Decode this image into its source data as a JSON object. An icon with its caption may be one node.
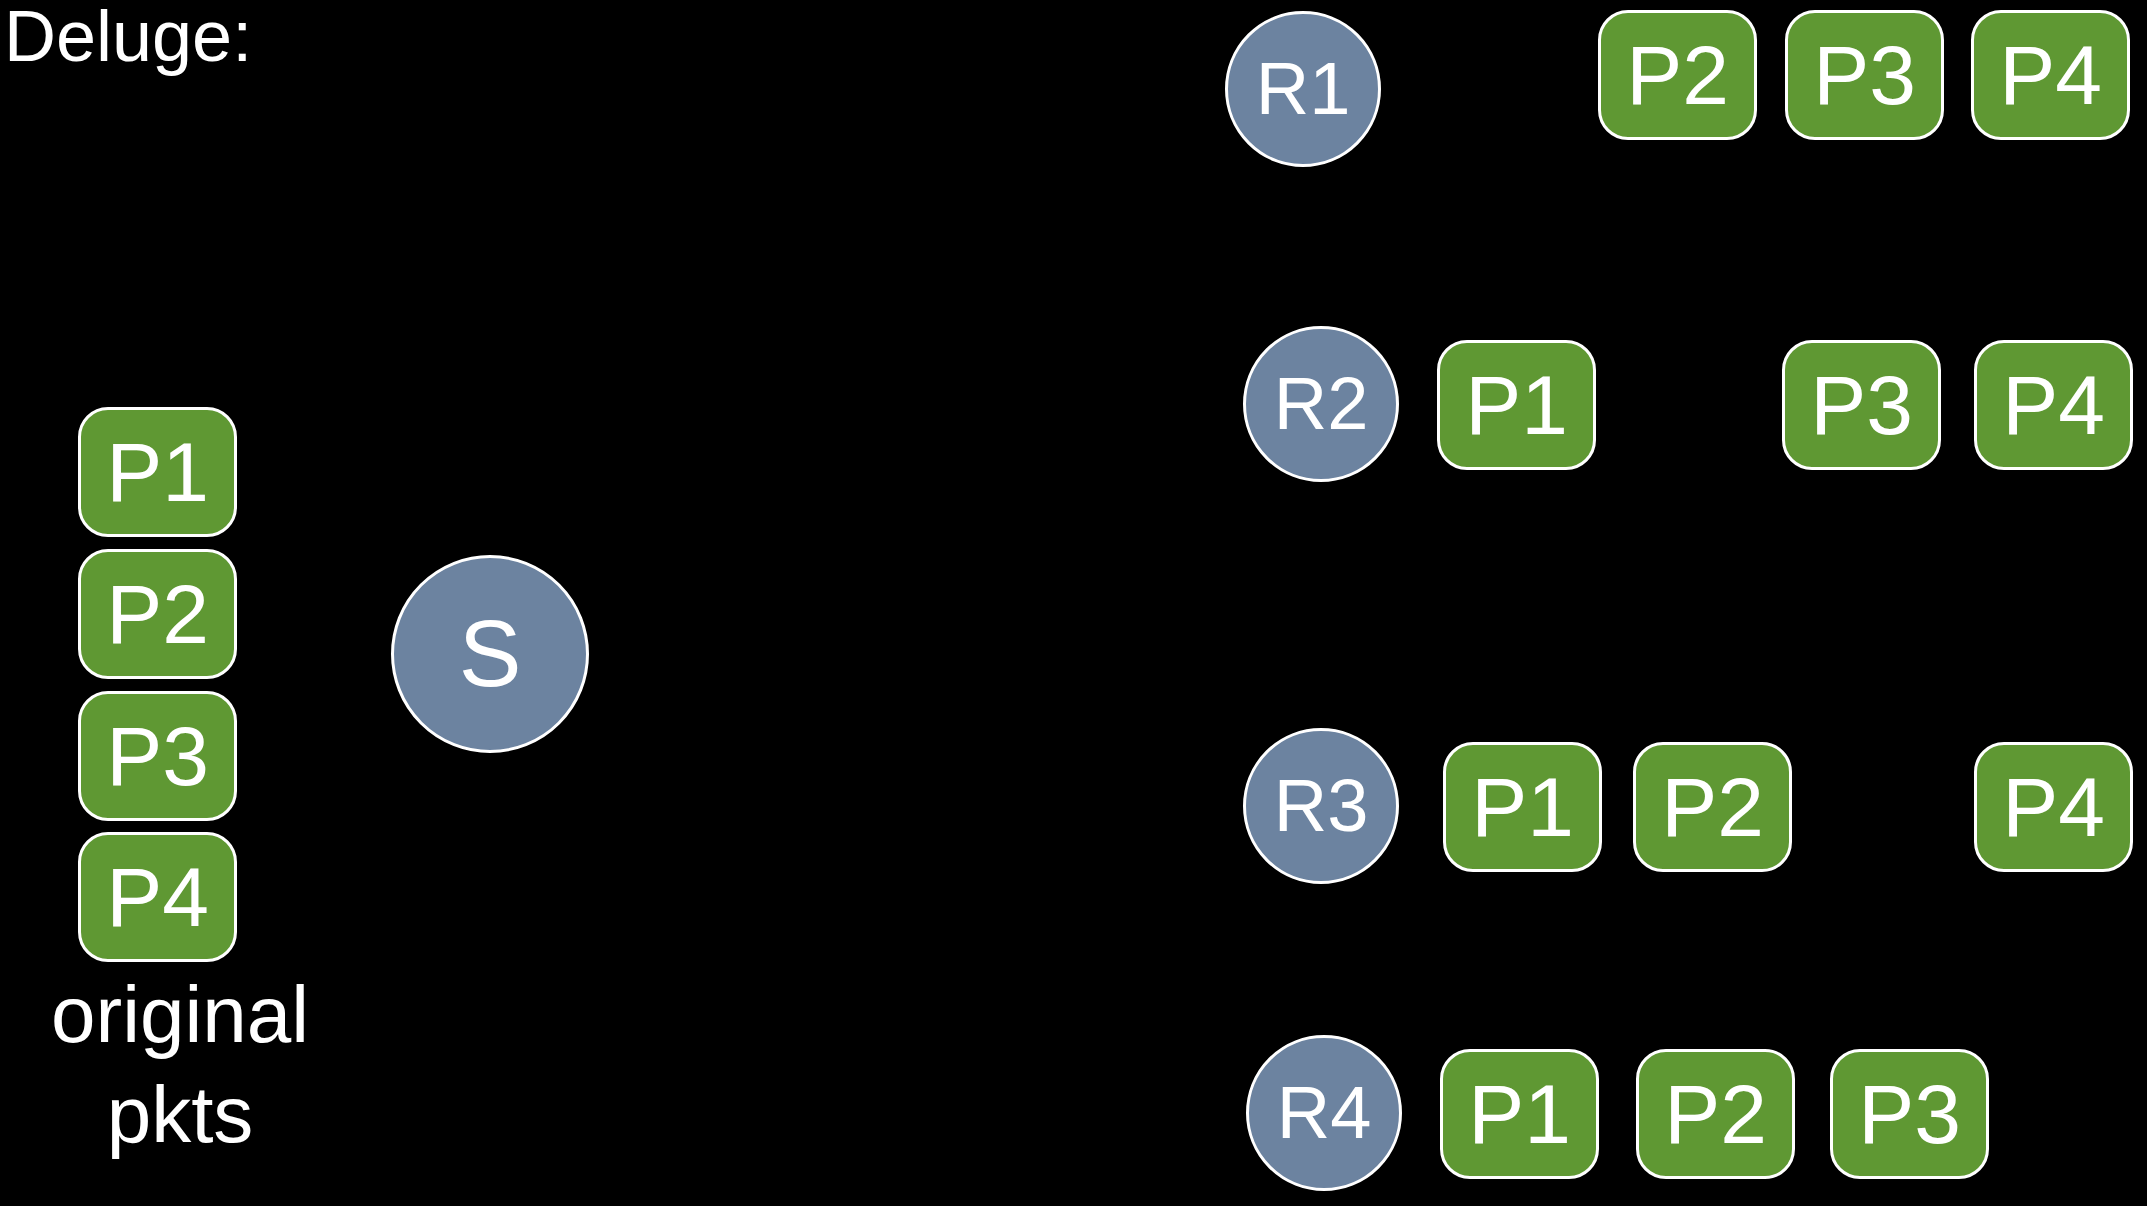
{
  "diagram": {
    "title": "Deluge:",
    "nodes": [
      {
        "text": [
          "P1"
        ]
      },
      {
        "text": [
          "P2"
        ]
      },
      {
        "text": [
          "P3"
        ]
      },
      {
        "text": [
          "P4"
        ]
      },
      {
        "text": [
          "S"
        ]
      },
      {
        "text": [
          "R1"
        ]
      },
      {
        "text": [
          "P2"
        ]
      },
      {
        "text": [
          "P3"
        ]
      },
      {
        "text": [
          "P4"
        ]
      },
      {
        "text": [
          "R2"
        ]
      },
      {
        "text": [
          "P1"
        ]
      },
      {
        "text": [
          "P3"
        ]
      },
      {
        "text": [
          "P4"
        ]
      },
      {
        "text": [
          "R3"
        ]
      },
      {
        "text": [
          "P1"
        ]
      },
      {
        "text": [
          "P2"
        ]
      },
      {
        "text": [
          "P4"
        ]
      },
      {
        "text": [
          "R4"
        ]
      },
      {
        "text": [
          "P1"
        ]
      },
      {
        "text": [
          "P2"
        ]
      },
      {
        "text": [
          "P3"
        ]
      }
    ],
    "labels": [
      "original pkts"
    ]
  }
}
